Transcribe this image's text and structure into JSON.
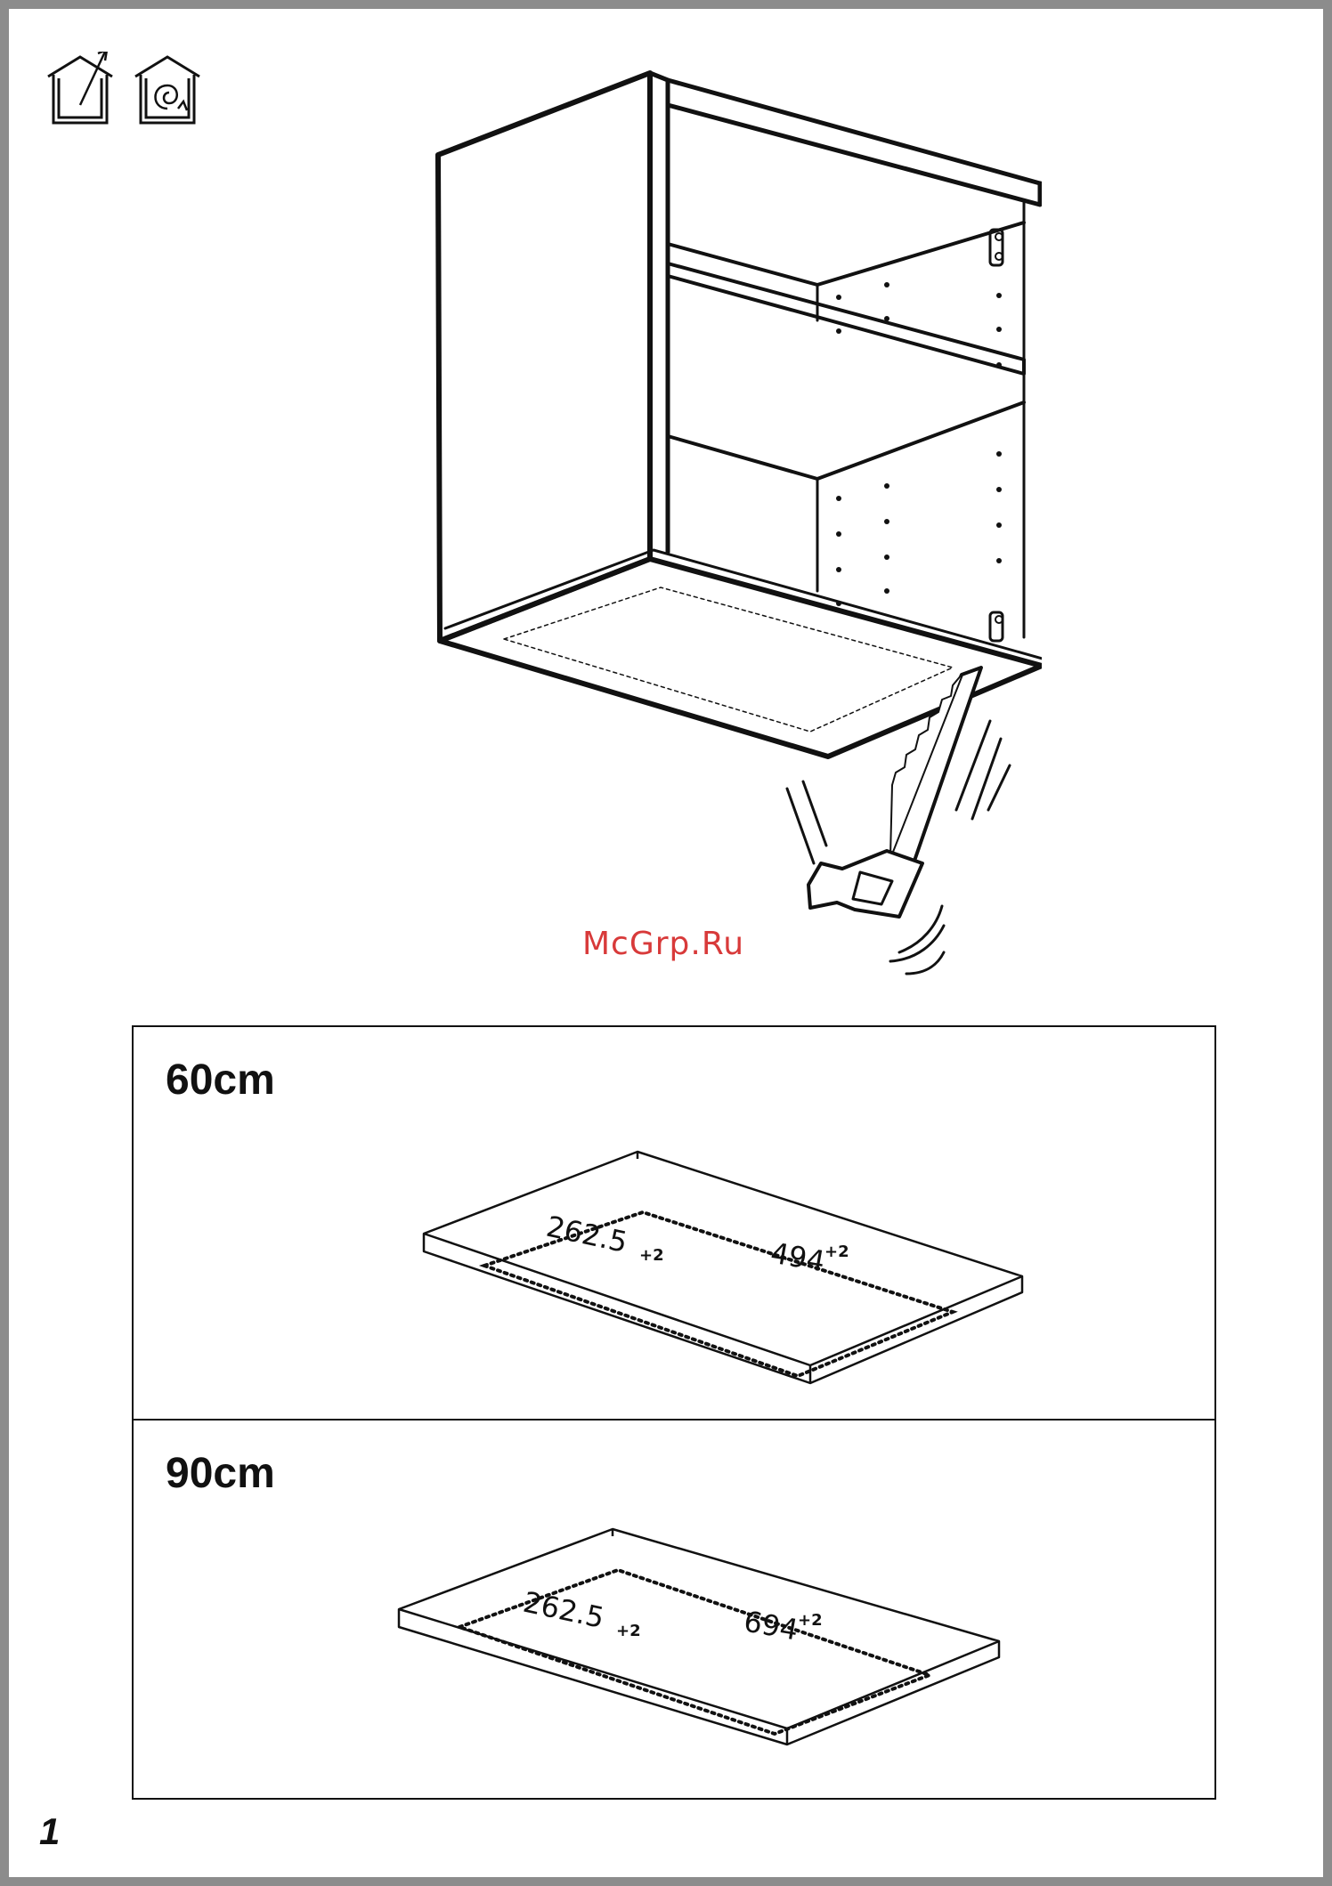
{
  "watermark": "McGrp.Ru",
  "icons": [
    "ventilation-out-icon",
    "recirculation-icon"
  ],
  "panels": [
    {
      "size": "60cm",
      "depth": "262.5",
      "depth_tol": "+2",
      "width": "494",
      "width_tol": "+2"
    },
    {
      "size": "90cm",
      "depth": "262.5",
      "depth_tol": "+2",
      "width": "694",
      "width_tol": "+2"
    }
  ],
  "page_number": "1"
}
